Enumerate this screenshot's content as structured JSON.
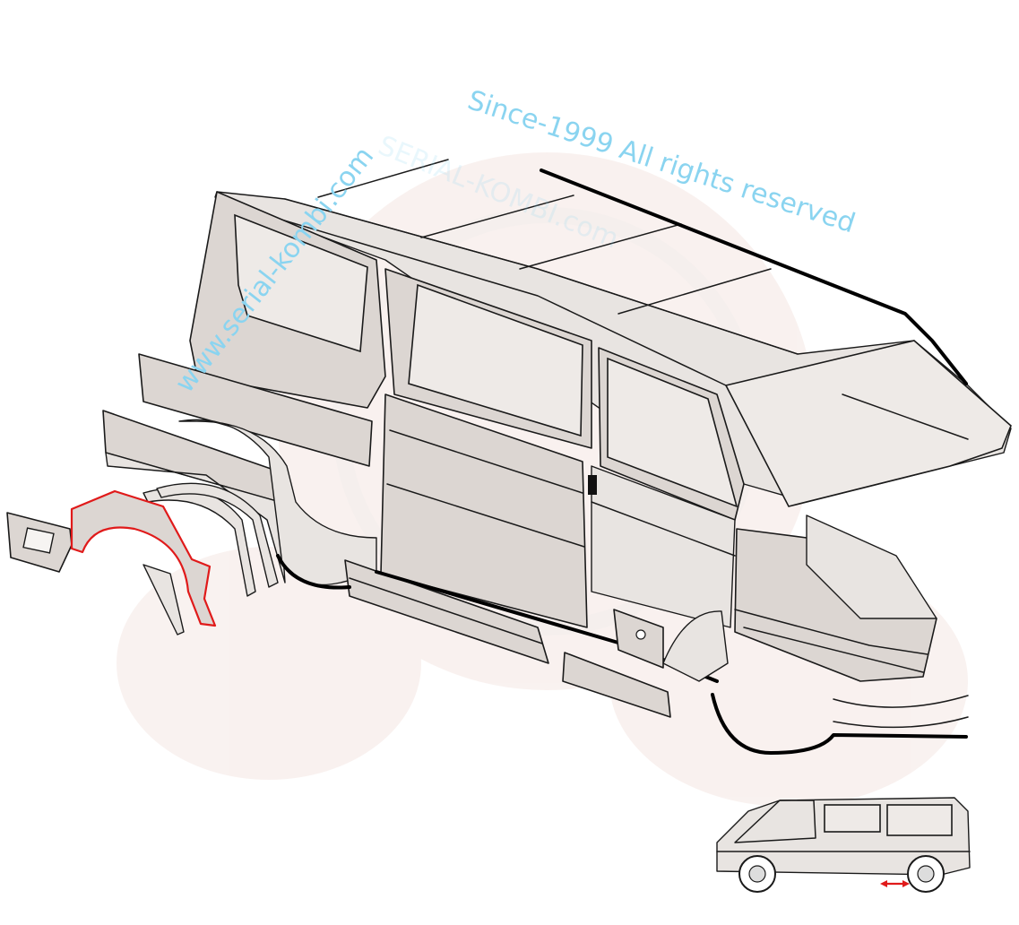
{
  "watermark": {
    "url_text": "www.serial-kombi.com",
    "arc_text": "Since-1999 All rights reserved",
    "seal_text": "SERIAL-KOMBI.com",
    "color": "#8ad4f0"
  },
  "highlight_color": "#e01a1a",
  "locator_arrow_color": "#e01a1a",
  "highlighted_part": "rear wheel arch repair panel"
}
